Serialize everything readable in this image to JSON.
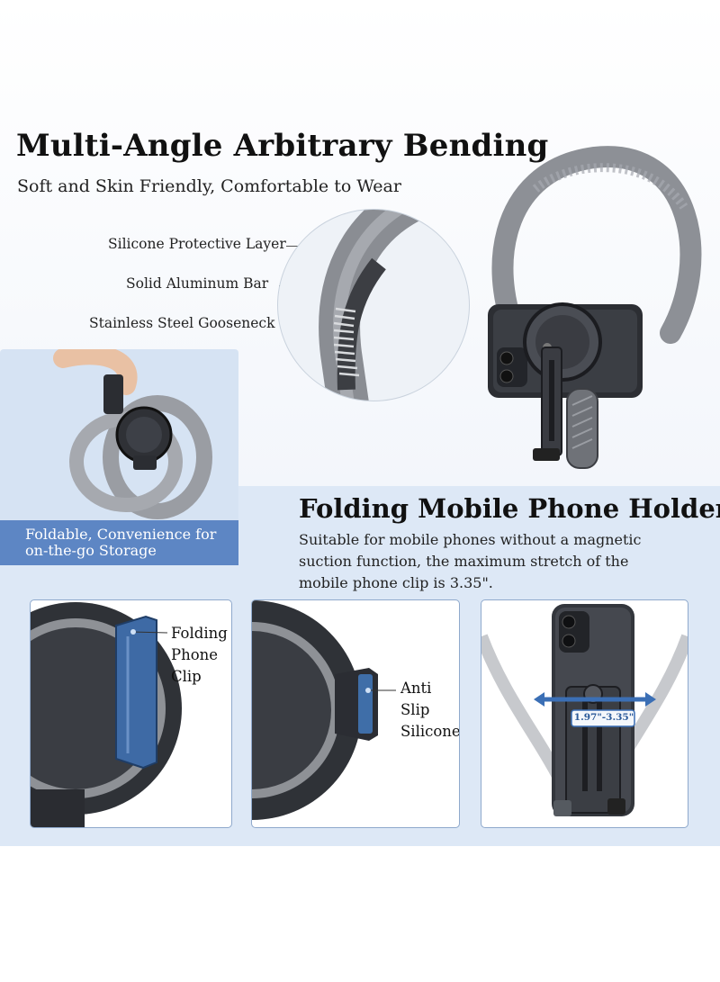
{
  "header": {
    "title": "Multi-Angle Arbitrary Bending",
    "subtitle": "Soft and Skin Friendly, Comfortable to Wear"
  },
  "layers": [
    {
      "label": "Silicone Protective Layer"
    },
    {
      "label": "Solid Aluminum Bar"
    },
    {
      "label": "Stainless Steel Gooseneck"
    }
  ],
  "fold_card": {
    "caption_line1": "Foldable, Convenience for",
    "caption_line2": "on-the-go Storage"
  },
  "section": {
    "title": "Folding Mobile Phone Holder",
    "description_line1": "Suitable for mobile phones without a magnetic",
    "description_line2": "suction function, the maximum stretch of the",
    "description_line3": "mobile phone clip is 3.35\"."
  },
  "panels": [
    {
      "label_lines": [
        "Folding",
        "Phone",
        "Clip"
      ]
    },
    {
      "label_lines": [
        "Anti",
        "Slip",
        "Silicone"
      ]
    },
    {
      "measurement": "1.97\"-3.35\""
    }
  ],
  "colors": {
    "accent_blue": "#5d86c4",
    "band_blue": "#dde8f6",
    "panel_border": "#8fa9cc"
  }
}
